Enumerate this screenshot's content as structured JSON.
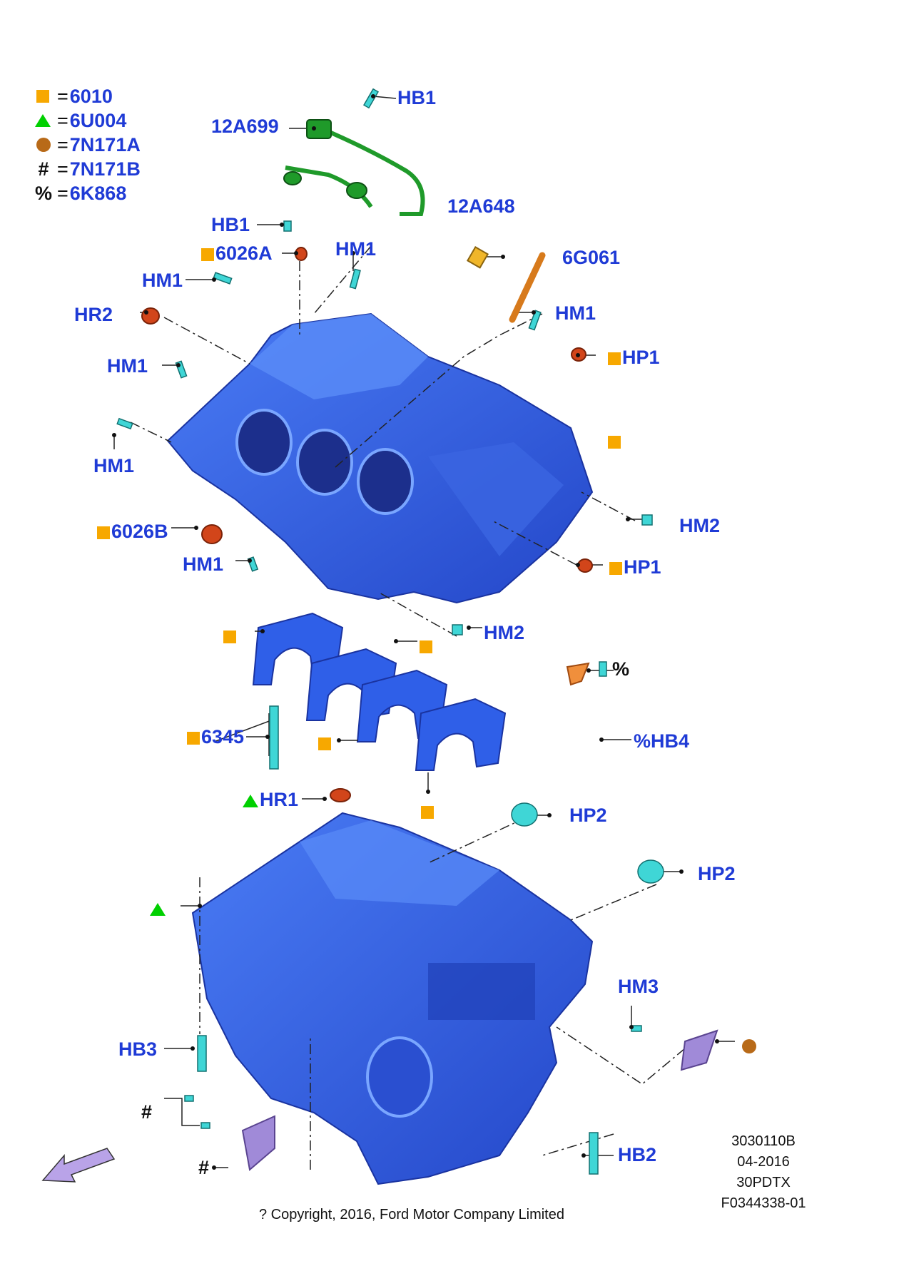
{
  "legend": [
    {
      "symbol": "square",
      "code": "6010"
    },
    {
      "symbol": "triangle",
      "code": "6U004"
    },
    {
      "symbol": "dot",
      "code": "7N171A"
    },
    {
      "symbol": "#",
      "code": "7N171B"
    },
    {
      "symbol": "%",
      "code": "6K868"
    }
  ],
  "legend_eq": "=",
  "labels": {
    "hb1_top": "HB1",
    "p12a699": "12A699",
    "hb1_mid": "HB1",
    "p12a648": "12A648",
    "p6026a": "6026A",
    "hm1_a": "HM1",
    "hm1_b": "HM1",
    "p6g061": "6G061",
    "hr2": "HR2",
    "hm1_c": "HM1",
    "hp1_a": "HP1",
    "hm1_d": "HM1",
    "hm1_e": "HM1",
    "hm2_a": "HM2",
    "p6026b": "6026B",
    "hm1_f": "HM1",
    "hp1_b": "HP1",
    "hm2_b": "HM2",
    "pct": "%",
    "hb4": "%HB4",
    "p6345": "6345",
    "hr1": "HR1",
    "hp2_a": "HP2",
    "hp2_b": "HP2",
    "hm3": "HM3",
    "hb3": "HB3",
    "hash_a": "#",
    "hash_b": "#",
    "hb2": "HB2"
  },
  "info": [
    "3030110B",
    "04-2016",
    "30PDTX",
    "F0344338-01"
  ],
  "copyright": "? Copyright, 2016, Ford Motor Company Limited",
  "colors": {
    "label": "#1f3bd6",
    "block": "#2f5fe8",
    "square": "#f7a800",
    "triangle": "#00d000",
    "dot": "#b86a18",
    "bolt": "#3fd6d6",
    "harness": "#1f9a2a",
    "sensor": "#f0b62a",
    "plug": "#d2451a",
    "bracket": "#a08ad8",
    "arrow": "#b9a3e8"
  }
}
